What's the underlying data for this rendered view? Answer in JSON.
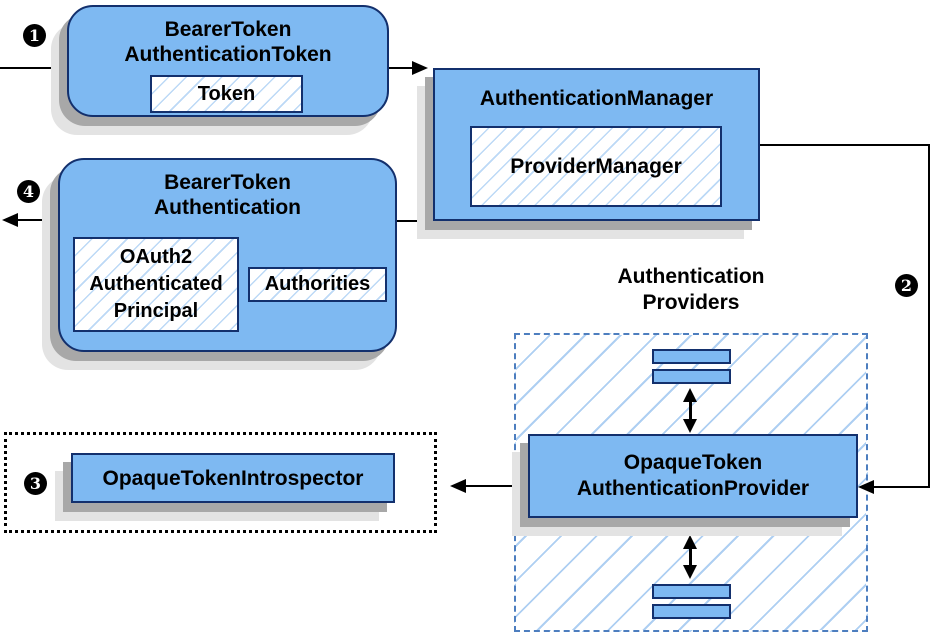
{
  "nodes": {
    "bearer_token_auth_token": {
      "title": "BearerToken\nAuthenticationToken",
      "member_token": "Token"
    },
    "authentication_manager": {
      "title": "AuthenticationManager",
      "member_provider_manager": "ProviderManager"
    },
    "bearer_token_authentication": {
      "title": "BearerToken\nAuthentication",
      "member_principal": "OAuth2\nAuthenticated\nPrincipal",
      "member_authorities": "Authorities"
    },
    "opaque_token_auth_provider": {
      "title": "OpaqueToken\nAuthenticationProvider"
    },
    "opaque_token_introspector": {
      "title": "OpaqueTokenIntrospector"
    }
  },
  "labels": {
    "providers_group": "Authentication\nProviders"
  },
  "markers": {
    "step1": "1",
    "step2": "2",
    "step3": "3",
    "step4": "4"
  },
  "colors": {
    "node_fill": "#7eb9f2",
    "node_border": "#13306d",
    "hatch_line": "#aecff2",
    "member_hatch_line": "#bcd9f6",
    "group_dash_border": "#4d7ebf",
    "shadow_dark": "#a8a8a8",
    "shadow_light": "#e3e3e3",
    "connector": "#000000",
    "marker_bg": "#000000",
    "marker_text": "#ffffff"
  }
}
